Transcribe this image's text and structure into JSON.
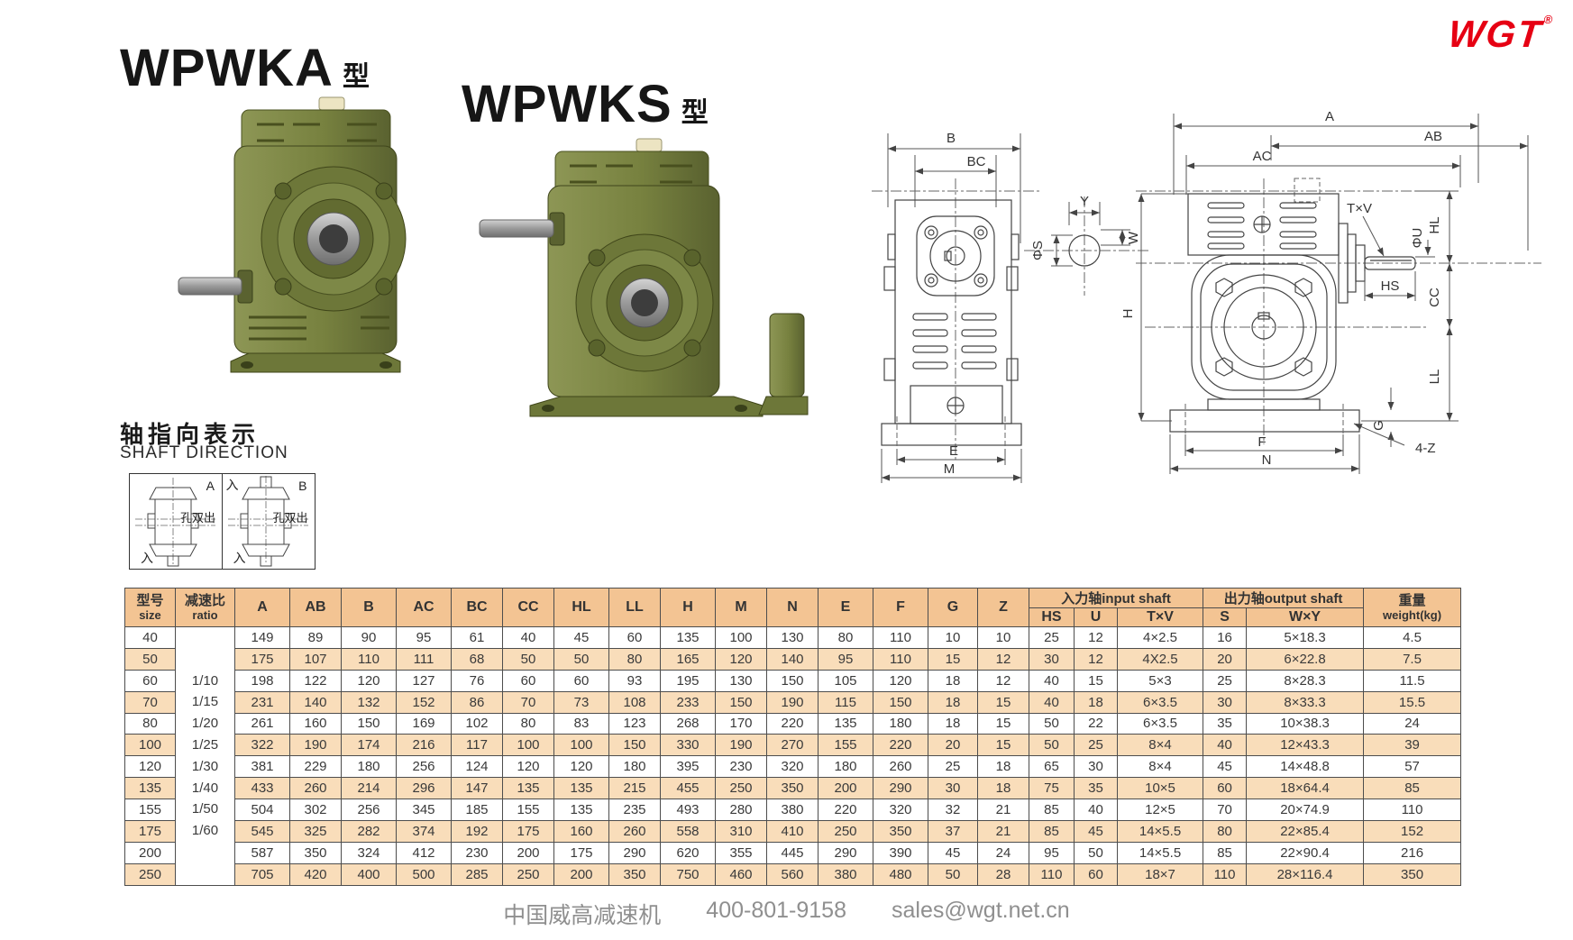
{
  "brand": {
    "logo_text": "WGT",
    "logo_reg": "®",
    "logo_color": "#e60013"
  },
  "titles": {
    "model_a": "WPWKA",
    "model_a_suffix": "型",
    "model_s": "WPWKS",
    "model_s_suffix": "型"
  },
  "shaft_direction": {
    "heading_cn": "轴指向表示",
    "heading_en": "SHAFT DIRECTION",
    "boxes": [
      {
        "corner_label": "A",
        "note": "孔双出",
        "top_in": "",
        "bottom_in": "入"
      },
      {
        "corner_label": "B",
        "note": "孔双出",
        "top_in": "入",
        "bottom_in": "入"
      }
    ]
  },
  "drawings": {
    "front_view": {
      "dim_b": "B",
      "dim_bc": "BC",
      "dim_e": "E",
      "dim_m": "M"
    },
    "shaft_detail": {
      "dim_y": "Y",
      "dim_w": "W",
      "dim_s": "ΦS"
    },
    "side_view": {
      "dim_a": "A",
      "dim_ab": "AB",
      "dim_ac": "AC",
      "dim_h": "H",
      "label_txv": "T×V",
      "label_phiu": "ΦU",
      "dim_hl": "HL",
      "dim_hs": "HS",
      "dim_cc": "CC",
      "dim_ll": "LL",
      "dim_g": "G",
      "dim_f": "F",
      "dim_n": "N",
      "label_bolts": "4-Z"
    }
  },
  "table": {
    "header": {
      "size_cn": "型号",
      "size_en": "size",
      "ratio_cn": "减速比",
      "ratio_en": "ratio",
      "dims": [
        "A",
        "AB",
        "B",
        "AC",
        "BC",
        "CC",
        "HL",
        "LL",
        "H",
        "M",
        "N",
        "E",
        "F",
        "G",
        "Z"
      ],
      "input_group": "入力轴input shaft",
      "input_cols": [
        "HS",
        "U",
        "T×V"
      ],
      "output_group": "出力轴output shaft",
      "output_cols": [
        "S",
        "W×Y"
      ],
      "weight_cn": "重量",
      "weight_en": "weight(kg)"
    },
    "rows": [
      {
        "size": "40",
        "ratio": "",
        "vals": [
          "149",
          "89",
          "90",
          "95",
          "61",
          "40",
          "45",
          "60",
          "135",
          "100",
          "130",
          "80",
          "110",
          "10",
          "10"
        ],
        "input": [
          "25",
          "12",
          "4×2.5"
        ],
        "output": [
          "16",
          "5×18.3"
        ],
        "weight": "4.5"
      },
      {
        "size": "50",
        "ratio": "",
        "vals": [
          "175",
          "107",
          "110",
          "111",
          "68",
          "50",
          "50",
          "80",
          "165",
          "120",
          "140",
          "95",
          "110",
          "15",
          "12"
        ],
        "input": [
          "30",
          "12",
          "4X2.5"
        ],
        "output": [
          "20",
          "6×22.8"
        ],
        "weight": "7.5"
      },
      {
        "size": "60",
        "ratio": "1/10",
        "vals": [
          "198",
          "122",
          "120",
          "127",
          "76",
          "60",
          "60",
          "93",
          "195",
          "130",
          "150",
          "105",
          "120",
          "18",
          "12"
        ],
        "input": [
          "40",
          "15",
          "5×3"
        ],
        "output": [
          "25",
          "8×28.3"
        ],
        "weight": "11.5"
      },
      {
        "size": "70",
        "ratio": "1/15",
        "vals": [
          "231",
          "140",
          "132",
          "152",
          "86",
          "70",
          "73",
          "108",
          "233",
          "150",
          "190",
          "115",
          "150",
          "18",
          "15"
        ],
        "input": [
          "40",
          "18",
          "6×3.5"
        ],
        "output": [
          "30",
          "8×33.3"
        ],
        "weight": "15.5"
      },
      {
        "size": "80",
        "ratio": "1/20",
        "vals": [
          "261",
          "160",
          "150",
          "169",
          "102",
          "80",
          "83",
          "123",
          "268",
          "170",
          "220",
          "135",
          "180",
          "18",
          "15"
        ],
        "input": [
          "50",
          "22",
          "6×3.5"
        ],
        "output": [
          "35",
          "10×38.3"
        ],
        "weight": "24"
      },
      {
        "size": "100",
        "ratio": "1/25",
        "vals": [
          "322",
          "190",
          "174",
          "216",
          "117",
          "100",
          "100",
          "150",
          "330",
          "190",
          "270",
          "155",
          "220",
          "20",
          "15"
        ],
        "input": [
          "50",
          "25",
          "8×4"
        ],
        "output": [
          "40",
          "12×43.3"
        ],
        "weight": "39"
      },
      {
        "size": "120",
        "ratio": "1/30",
        "vals": [
          "381",
          "229",
          "180",
          "256",
          "124",
          "120",
          "120",
          "180",
          "395",
          "230",
          "320",
          "180",
          "260",
          "25",
          "18"
        ],
        "input": [
          "65",
          "30",
          "8×4"
        ],
        "output": [
          "45",
          "14×48.8"
        ],
        "weight": "57"
      },
      {
        "size": "135",
        "ratio": "1/40",
        "vals": [
          "433",
          "260",
          "214",
          "296",
          "147",
          "135",
          "135",
          "215",
          "455",
          "250",
          "350",
          "200",
          "290",
          "30",
          "18"
        ],
        "input": [
          "75",
          "35",
          "10×5"
        ],
        "output": [
          "60",
          "18×64.4"
        ],
        "weight": "85"
      },
      {
        "size": "155",
        "ratio": "1/50",
        "vals": [
          "504",
          "302",
          "256",
          "345",
          "185",
          "155",
          "135",
          "235",
          "493",
          "280",
          "380",
          "220",
          "320",
          "32",
          "21"
        ],
        "input": [
          "85",
          "40",
          "12×5"
        ],
        "output": [
          "70",
          "20×74.9"
        ],
        "weight": "110"
      },
      {
        "size": "175",
        "ratio": "1/60",
        "vals": [
          "545",
          "325",
          "282",
          "374",
          "192",
          "175",
          "160",
          "260",
          "558",
          "310",
          "410",
          "250",
          "350",
          "37",
          "21"
        ],
        "input": [
          "85",
          "45",
          "14×5.5"
        ],
        "output": [
          "80",
          "22×85.4"
        ],
        "weight": "152"
      },
      {
        "size": "200",
        "ratio": "",
        "vals": [
          "587",
          "350",
          "324",
          "412",
          "230",
          "200",
          "175",
          "290",
          "620",
          "355",
          "445",
          "290",
          "390",
          "45",
          "24"
        ],
        "input": [
          "95",
          "50",
          "14×5.5"
        ],
        "output": [
          "85",
          "22×90.4"
        ],
        "weight": "216"
      },
      {
        "size": "250",
        "ratio": "",
        "vals": [
          "705",
          "420",
          "400",
          "500",
          "285",
          "250",
          "200",
          "350",
          "750",
          "460",
          "560",
          "380",
          "480",
          "50",
          "28"
        ],
        "input": [
          "110",
          "60",
          "18×7"
        ],
        "output": [
          "110",
          "28×116.4"
        ],
        "weight": "350"
      }
    ]
  },
  "footer": {
    "company": "中国威高减速机",
    "phone": "400-801-9158",
    "email": "sales@wgt.net.cn"
  }
}
